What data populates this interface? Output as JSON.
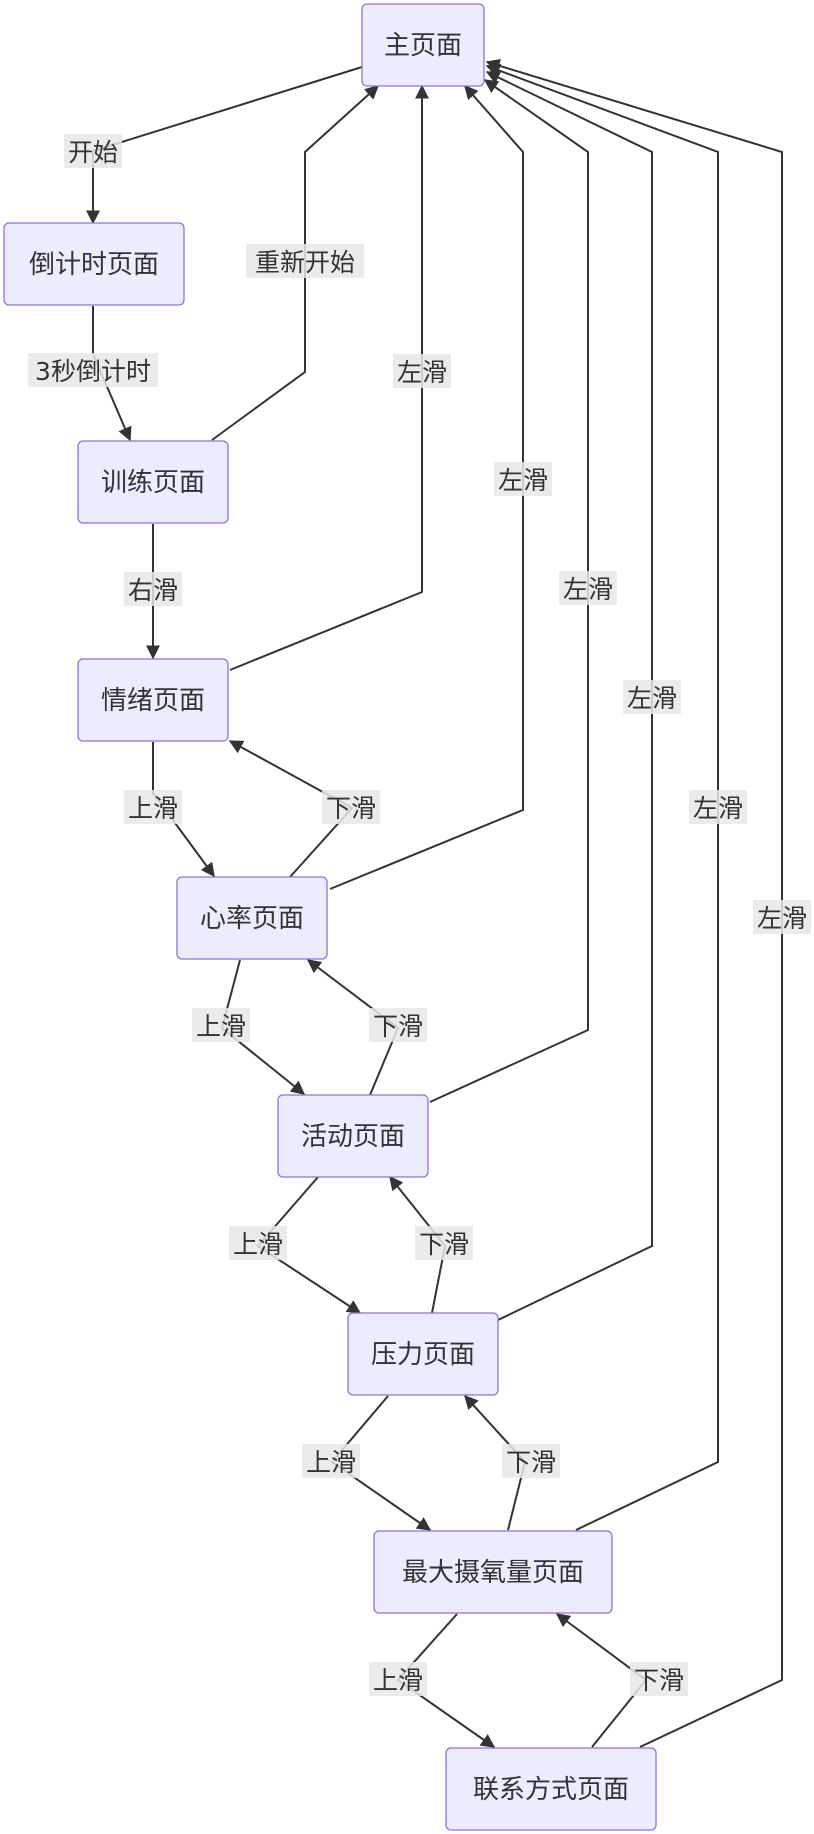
{
  "nodes": {
    "home": "主页面",
    "countdown": "倒计时页面",
    "training": "训练页面",
    "emotion": "情绪页面",
    "heart": "心率页面",
    "activity": "活动页面",
    "stress": "压力页面",
    "vo2": "最大摄氧量页面",
    "contact": "联系方式页面"
  },
  "edges": {
    "home_countdown": "开始",
    "countdown_training": "3秒倒计时",
    "training_home": "重新开始",
    "training_emotion": "右滑",
    "emotion_home": "左滑",
    "emotion_heart": "上滑",
    "heart_emotion": "下滑",
    "heart_home": "左滑",
    "heart_activity": "上滑",
    "activity_heart": "下滑",
    "activity_home": "左滑",
    "activity_stress": "上滑",
    "stress_activity": "下滑",
    "stress_home": "左滑",
    "stress_vo2": "上滑",
    "vo2_stress": "下滑",
    "vo2_home": "左滑",
    "vo2_contact": "上滑",
    "contact_vo2": "下滑",
    "contact_home": "左滑"
  },
  "colors": {
    "node_fill": "#ECECFF",
    "node_border": "#9370DB",
    "edge": "#333333",
    "label_bg": "#e8e8e8"
  }
}
